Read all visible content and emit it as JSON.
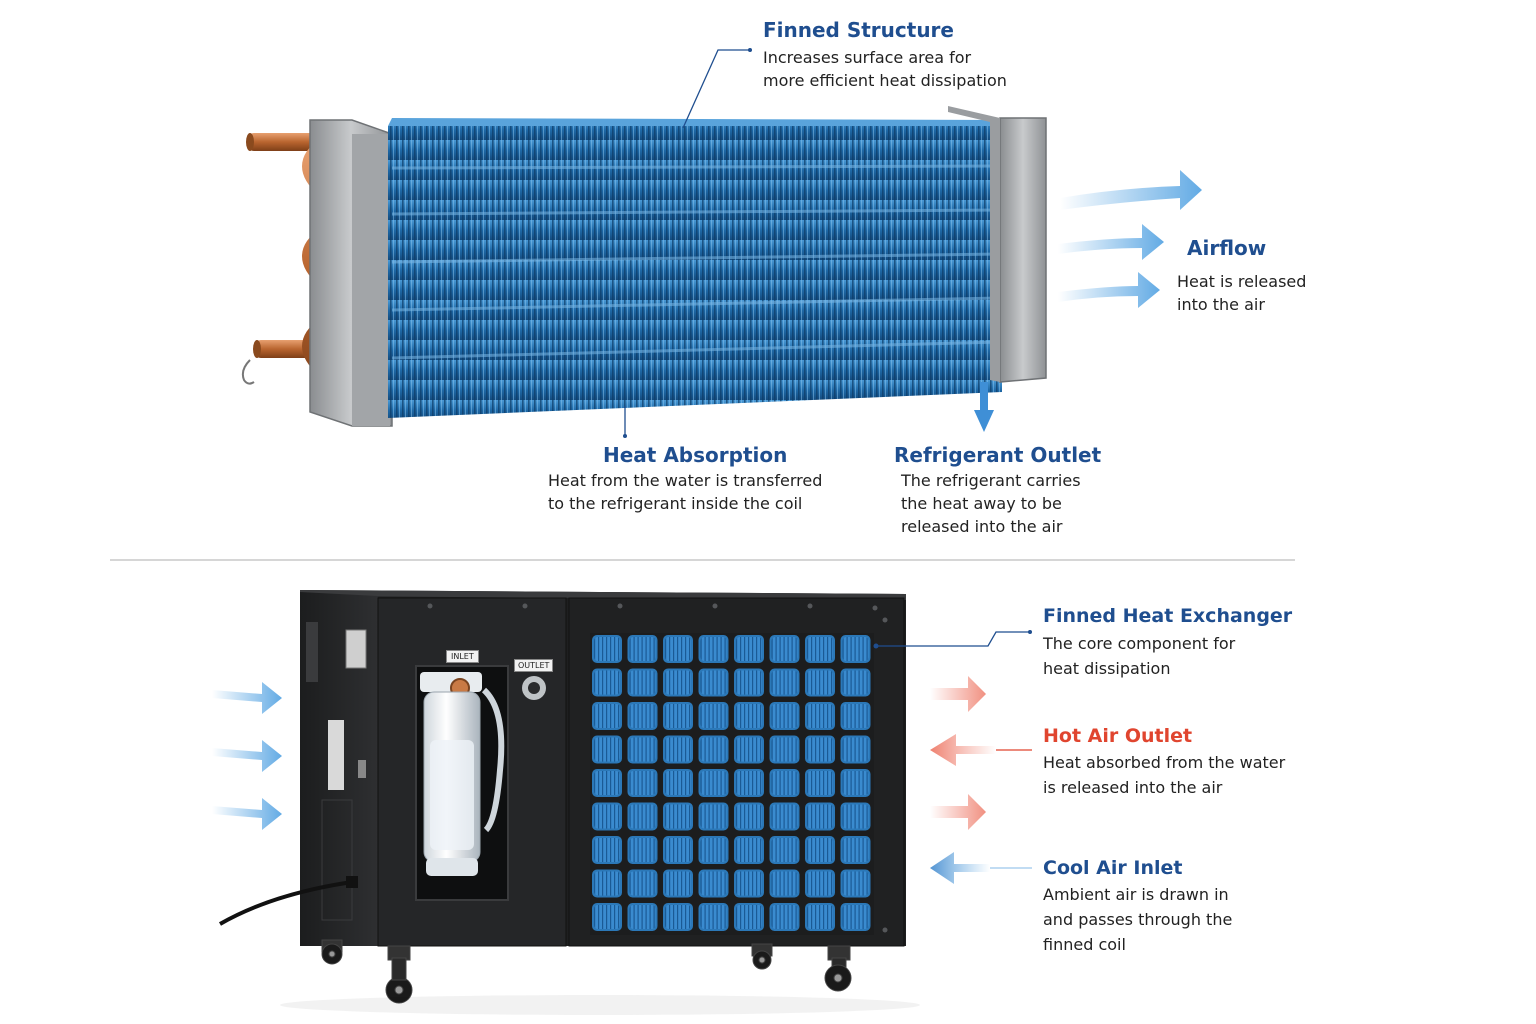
{
  "top": {
    "finned_structure": {
      "title": "Finned Structure",
      "body": "Increases surface area for\nmore efficient heat dissipation"
    },
    "airflow": {
      "title": "Airflow",
      "body": "Heat is released\ninto the air"
    },
    "heat_absorption": {
      "title": "Heat Absorption",
      "body": "Heat from the water is transferred\nto the refrigerant inside the coil"
    },
    "refrigerant_outlet": {
      "title": "Refrigerant Outlet",
      "body": "The refrigerant carries\nthe heat away to be\nreleased into the air"
    }
  },
  "bottom": {
    "unit": {
      "inlet_tag": "INLET",
      "outlet_tag": "OUTLET"
    },
    "finned_heat_exchanger": {
      "title": "Finned Heat Exchanger",
      "body": "The core component for\nheat dissipation"
    },
    "hot_air_outlet": {
      "title": "Hot Air Outlet",
      "body": "Heat absorbed from the water\nis released into the air"
    },
    "cool_air_inlet": {
      "title": "Cool Air Inlet",
      "body": "Ambient air is drawn in\nand passes through the\nfinned coil"
    }
  },
  "colors": {
    "label_blue": "#1f4e8f",
    "label_red": "#e0452f",
    "fin_blue": "#2f7fc2",
    "copper": "#c9743c",
    "cabinet": "#262728",
    "cool_arrow": "#5aa6e3",
    "hot_arrow": "#f08a7a"
  }
}
